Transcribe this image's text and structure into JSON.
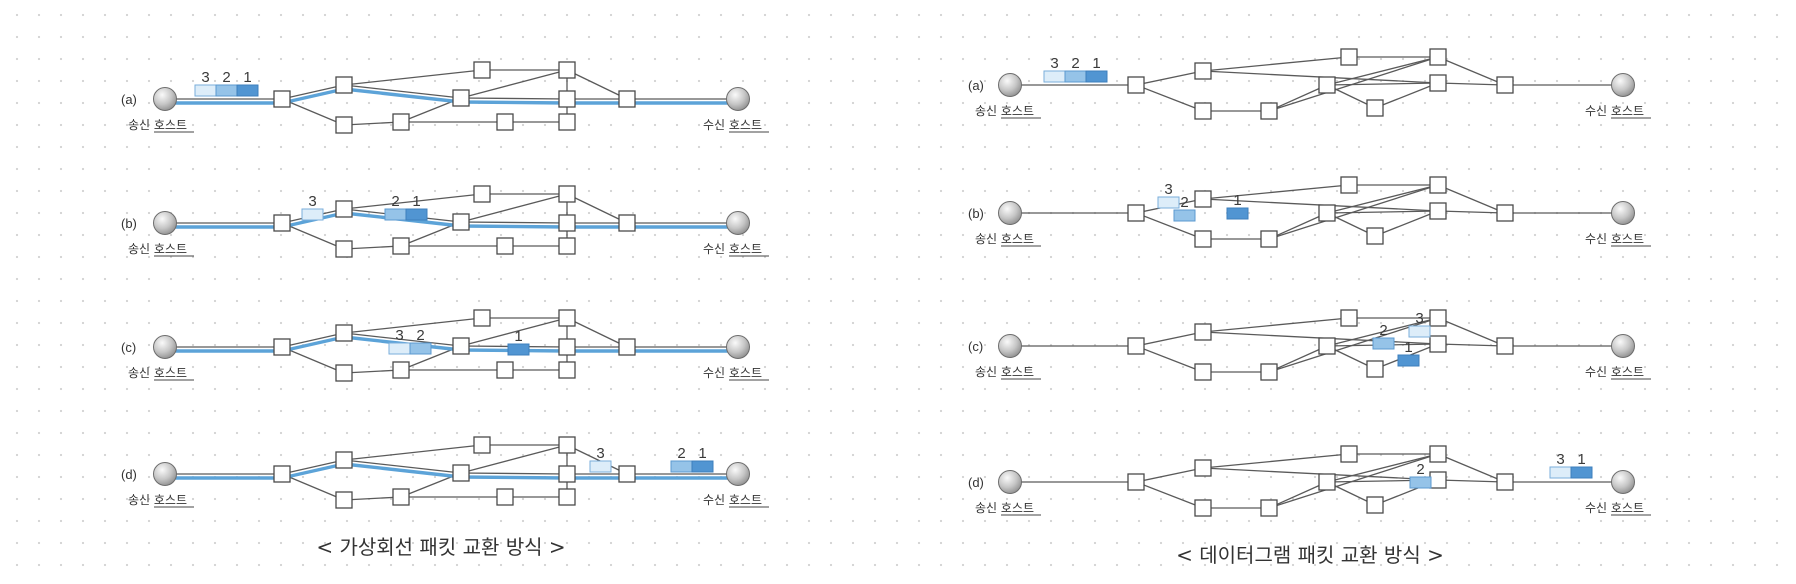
{
  "diagrams": [
    {
      "caption": "< 가상회선 패킷 교환 방식 >",
      "rows": [
        {
          "label": "(a)",
          "sender": "송신 호스트",
          "receiver": "수신 호스트",
          "packets": [
            {
              "groups": [
                {
                  "id": 3,
                  "shade": 3
                },
                {
                  "id": 2,
                  "shade": 2
                },
                {
                  "id": 1,
                  "shade": 1
                }
              ],
              "label": "3  2  1"
            }
          ]
        },
        {
          "label": "(b)",
          "sender": "송신 호스트",
          "receiver": "수신 호스트",
          "packets": [
            {
              "groups": [
                {
                  "id": 3,
                  "shade": 3
                }
              ],
              "label": "3"
            },
            {
              "groups": [
                {
                  "id": 2,
                  "shade": 2
                },
                {
                  "id": 1,
                  "shade": 1
                }
              ],
              "label": "2  1"
            }
          ]
        },
        {
          "label": "(c)",
          "sender": "송신 호스트",
          "receiver": "수신 호스트",
          "packets": [
            {
              "groups": [
                {
                  "id": 3,
                  "shade": 3
                },
                {
                  "id": 2,
                  "shade": 2
                }
              ],
              "label": "3  2"
            },
            {
              "groups": [
                {
                  "id": 1,
                  "shade": 1
                }
              ],
              "label": "1"
            }
          ]
        },
        {
          "label": "(d)",
          "sender": "송신 호스트",
          "receiver": "수신 호스트",
          "packets": [
            {
              "groups": [
                {
                  "id": 3,
                  "shade": 3
                }
              ],
              "label": "3"
            },
            {
              "groups": [
                {
                  "id": 2,
                  "shade": 2
                },
                {
                  "id": 1,
                  "shade": 1
                }
              ],
              "label": "2  1"
            }
          ]
        }
      ]
    },
    {
      "caption": "< 데이터그램 패킷 교환 방식 >",
      "rows": [
        {
          "label": "(a)",
          "sender": "송신 호스트",
          "receiver": "수신 호스트",
          "packets": [
            {
              "groups": [
                {
                  "id": 3,
                  "shade": 3
                },
                {
                  "id": 2,
                  "shade": 2
                },
                {
                  "id": 1,
                  "shade": 1
                }
              ],
              "label": "3  2  1"
            }
          ]
        },
        {
          "label": "(b)",
          "sender": "송신 호스트",
          "receiver": "수신 호스트",
          "packets": [
            {
              "groups": [
                {
                  "id": 3,
                  "shade": 3
                }
              ],
              "label": "3"
            },
            {
              "groups": [
                {
                  "id": 2,
                  "shade": 2
                }
              ],
              "label": "2"
            },
            {
              "groups": [
                {
                  "id": 1,
                  "shade": 1
                }
              ],
              "label": "1"
            }
          ]
        },
        {
          "label": "(c)",
          "sender": "송신 호스트",
          "receiver": "수신 호스트",
          "packets": [
            {
              "groups": [
                {
                  "id": 3,
                  "shade": 3
                }
              ],
              "label": "3"
            },
            {
              "groups": [
                {
                  "id": 2,
                  "shade": 2
                }
              ],
              "label": "2"
            },
            {
              "groups": [
                {
                  "id": 1,
                  "shade": 1
                }
              ],
              "label": "1"
            }
          ]
        },
        {
          "label": "(d)",
          "sender": "송신 호스트",
          "receiver": "수신 호스트",
          "packets": [
            {
              "groups": [
                {
                  "id": 2,
                  "shade": 2
                }
              ],
              "label": "2"
            },
            {
              "groups": [
                {
                  "id": 3,
                  "shade": 3
                },
                {
                  "id": 1,
                  "shade": 1
                }
              ],
              "label": "3  1"
            }
          ]
        }
      ]
    }
  ],
  "colors": {
    "virtual_circuit_path": "#5ca3d8",
    "packet_1": "#5195d2",
    "packet_2": "#95c3e8",
    "packet_3": "#ddedf9"
  }
}
